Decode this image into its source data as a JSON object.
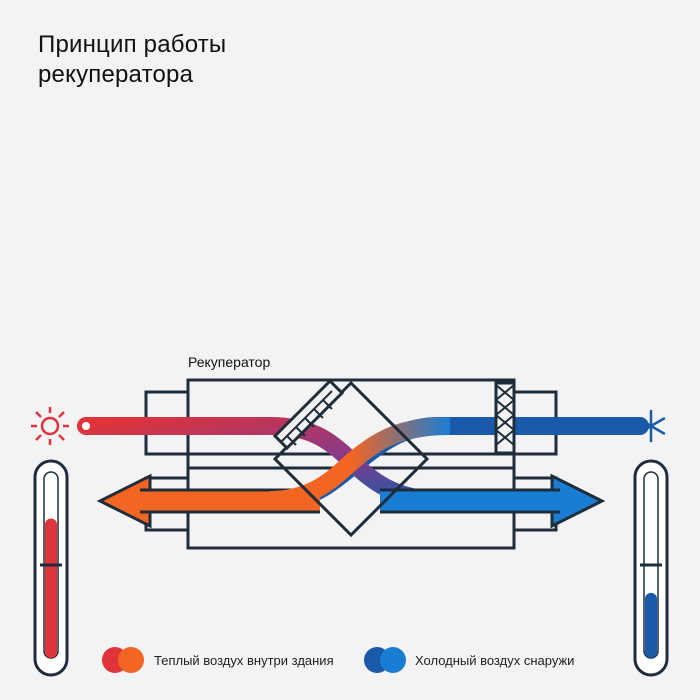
{
  "title": {
    "line1": "Принцип работы",
    "line2": "рекуператора"
  },
  "device_label": "Рекуператор",
  "legend": [
    {
      "label": "Теплый воздух внутри здания",
      "colors": [
        "#e0333a",
        "#f26522"
      ]
    },
    {
      "label": "Холодный воздух снаружи",
      "colors": [
        "#1a5aa8",
        "#1a7dd4"
      ]
    }
  ],
  "icons": {
    "warm": "sun-icon",
    "cold": "snowflake-icon",
    "left_thermometer": "thermometer-hot-icon",
    "right_thermometer": "thermometer-cold-icon"
  },
  "thermometers": {
    "left_fill_level": 0.75,
    "right_fill_level": 0.35
  },
  "colors": {
    "outline": "#1f2d3a",
    "warm_red": "#e0333a",
    "warm_orange": "#f26522",
    "cold_dark": "#1a5aa8",
    "cold_light": "#1a7dd4",
    "background": "#f3f3f3"
  }
}
